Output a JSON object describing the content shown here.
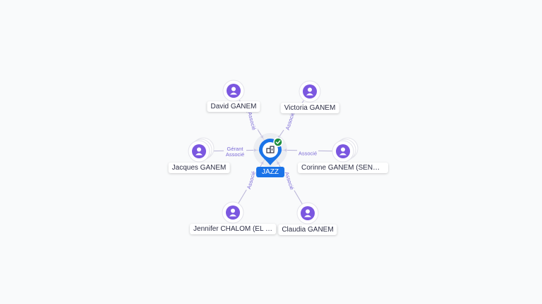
{
  "diagram": {
    "center": {
      "label": "JAZZ",
      "icon": "building-icon",
      "badge_icon": "check-icon",
      "color": "#1a73e8",
      "badge_color": "#1e8e3e"
    },
    "people": [
      {
        "id": "david",
        "label": "David GANEM",
        "relation": "Associé",
        "icon": "person-icon"
      },
      {
        "id": "victoria",
        "label": "Victoria GANEM",
        "relation": "Associé",
        "icon": "person-icon"
      },
      {
        "id": "jacques",
        "label": "Jacques GANEM",
        "relation": "Gérant",
        "relation2": "Associé",
        "icon": "person-icon"
      },
      {
        "id": "corinne",
        "label": "Corinne GANEM (SENOU…",
        "relation": "Associé",
        "icon": "person-icon"
      },
      {
        "id": "jennifer",
        "label": "Jennifer CHALOM (EL …",
        "relation": "Associé",
        "icon": "person-icon"
      },
      {
        "id": "claudia",
        "label": "Claudia GANEM",
        "relation": "Associé",
        "icon": "person-icon"
      }
    ],
    "person_color": "#7b57e0",
    "edge_color": "#b7b2d6"
  }
}
